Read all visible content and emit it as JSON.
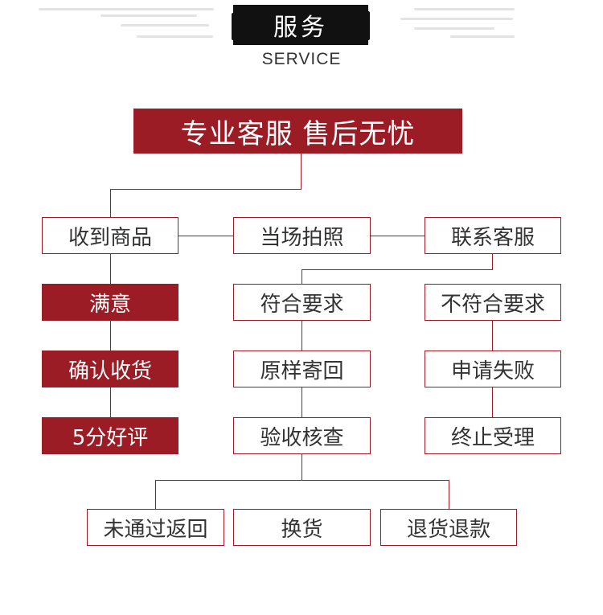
{
  "header": {
    "title": "服务",
    "subtitle": "SERVICE"
  },
  "banner": {
    "text": "专业客服 售后无忧"
  },
  "flow": {
    "row1": [
      "收到商品",
      "当场拍照",
      "联系客服"
    ],
    "left_column": [
      "满意",
      "确认收货",
      "5分好评"
    ],
    "middle_column": [
      "符合要求",
      "原样寄回",
      "验收核查"
    ],
    "right_column": [
      "不符合要求",
      "申请失败",
      "终止受理"
    ],
    "outcomes": [
      "未通过返回",
      "换货",
      "退货退款"
    ]
  },
  "colors": {
    "accent": "#9b1c24",
    "title_bg": "#111111"
  }
}
